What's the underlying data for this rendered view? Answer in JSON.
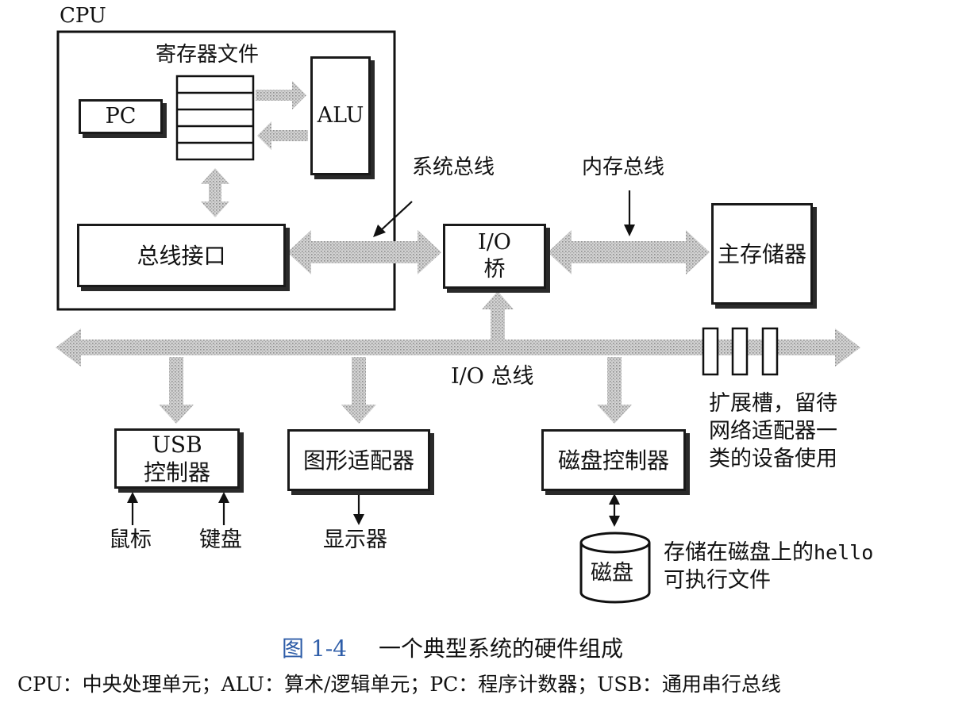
{
  "labels": {
    "cpu": "CPU",
    "register_file": "寄存器文件",
    "pc": "PC",
    "alu": "ALU",
    "bus_interface": "总线接口",
    "system_bus": "系统总线",
    "memory_bus": "内存总线",
    "io_bridge_line1": "I/O",
    "io_bridge_line2": "桥",
    "main_memory": "主存储器",
    "io_bus": "I/O 总线",
    "expansion_line1": "扩展槽，留待",
    "expansion_line2": "网络适配器一",
    "expansion_line3": "类的设备使用",
    "usb_line1": "USB",
    "usb_line2": "控制器",
    "graphics_adapter": "图形适配器",
    "disk_controller": "磁盘控制器",
    "mouse": "鼠标",
    "keyboard": "键盘",
    "display": "显示器",
    "disk": "磁盘",
    "disk_note_prefix": "存储在磁盘上的",
    "disk_note_code": "hello",
    "disk_note_line2": "可执行文件"
  },
  "caption": {
    "figure_number": "图 1-4",
    "title": "一个典型系统的硬件组成",
    "legend": "CPU：中央处理单元；ALU：算术/逻辑单元；PC：程序计数器；USB：通用串行总线"
  },
  "colors": {
    "ink": "#111111",
    "bus_fill": "#c8c8c8",
    "caption_blue": "#2e5da8"
  }
}
